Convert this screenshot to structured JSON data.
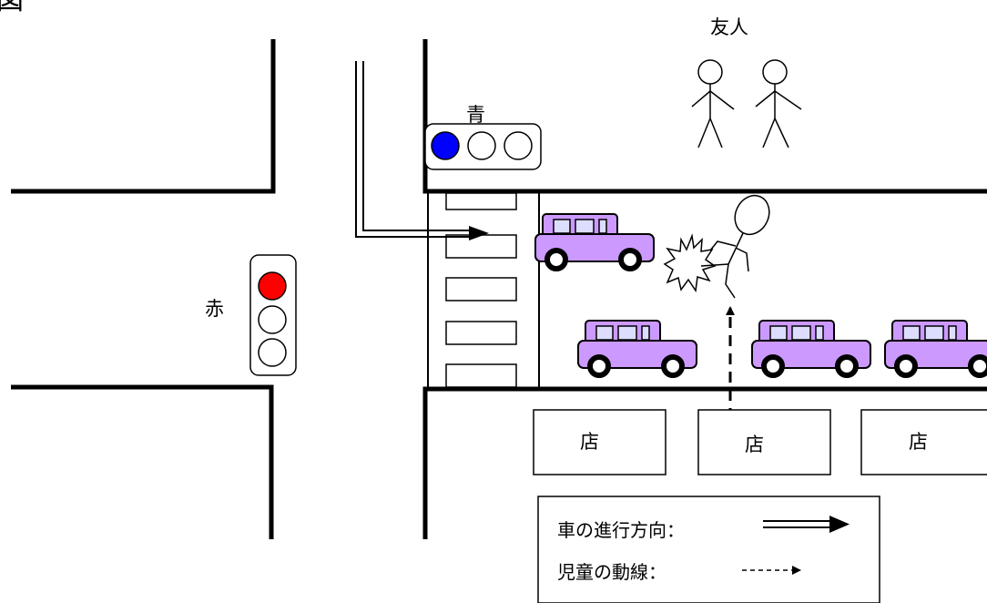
{
  "title_partial": "図",
  "signals": {
    "left": {
      "label": "赤",
      "active_color": "#ff0000"
    },
    "top": {
      "label": "青",
      "active_color": "#0000ff"
    }
  },
  "people": {
    "friends_label": "友人"
  },
  "shops": [
    "店",
    "店",
    "店"
  ],
  "legend": {
    "vehicle_direction": "車の進行方向：",
    "child_path": "児童の動線："
  },
  "colors": {
    "car_body": "#cc99ff",
    "car_window": "#ddddff",
    "line": "#000000"
  }
}
